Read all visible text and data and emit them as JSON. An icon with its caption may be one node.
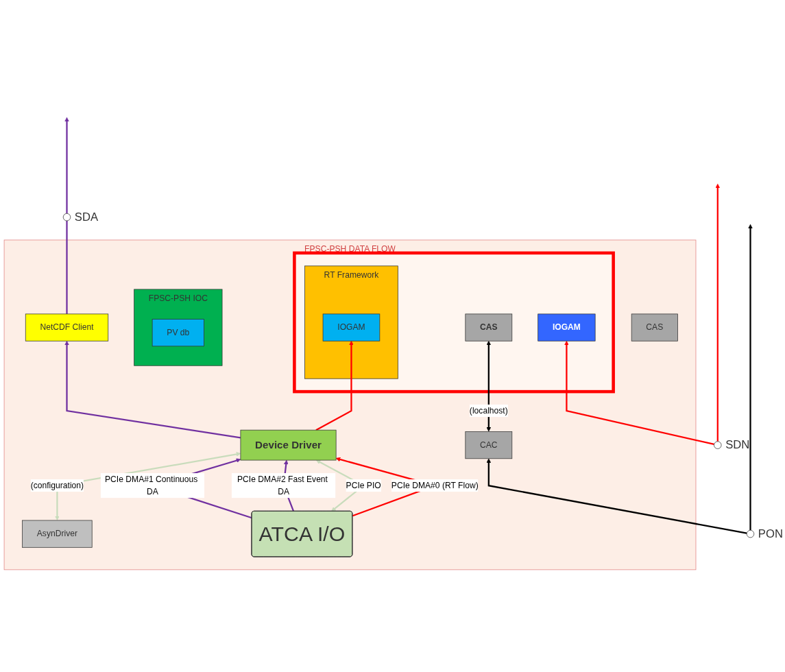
{
  "diagram": {
    "nodes": [
      {
        "text": [
          "FPSC-PSH DATA FLOW"
        ]
      },
      {
        "text": [],
        "shape": "circle",
        "beside": [
          "SDA"
        ]
      },
      {
        "text": [],
        "shape": "circle",
        "beside": [
          "PON"
        ]
      },
      {
        "text": [],
        "shape": "circle",
        "beside": [
          "SDN"
        ]
      },
      {
        "text": [
          "NetCDF Client"
        ],
        "in": 0
      },
      {
        "text": [
          "CAS"
        ],
        "in": 0
      },
      {
        "text": [
          "CAC"
        ],
        "in": 0
      },
      {
        "text": [
          "FPSC-PSH IOC"
        ],
        "in": 0
      },
      {
        "text": [
          "PV db"
        ],
        "in": 7
      },
      {
        "text": [
          "AsynDriver"
        ],
        "in": 0
      },
      {
        "text": [],
        "shape": "box",
        "in": 0
      },
      {
        "text": [
          "CAS"
        ],
        "in": 10
      },
      {
        "text": [
          "IOGAM"
        ],
        "in": 10
      },
      {
        "text": [
          "RT Framework"
        ],
        "in": 10
      },
      {
        "text": [
          "IOGAM"
        ],
        "in": 13
      },
      {
        "text": [
          "Device Driver"
        ],
        "in": 0
      },
      {
        "text": [
          "ATCA I/O"
        ],
        "in": 0
      }
    ],
    "edges": [
      {
        "from": 4,
        "to": 1,
        "arrow": "none"
      },
      {
        "from": 1,
        "to": null,
        "arrow": "to"
      },
      {
        "from": 2,
        "to": null,
        "arrow": "to",
        "color": "#000000"
      },
      {
        "from": 2,
        "to": 6,
        "arrow": "to",
        "color": "#000000"
      },
      {
        "from": 3,
        "to": null,
        "arrow": "to",
        "color": "#ff0000"
      },
      {
        "from": 3,
        "to": 12,
        "arrow": "to",
        "color": "#ff0000"
      },
      {
        "from": 6,
        "to": 11,
        "label": "(localhost)",
        "arrow": "both",
        "color": "#000000"
      },
      {
        "from": 9,
        "to": 15,
        "label": "(configuration)",
        "arrow": "both",
        "color": "#c9dcbc"
      },
      {
        "from": 15,
        "to": 4,
        "arrow": "to"
      },
      {
        "from": 15,
        "to": 14,
        "arrow": "to",
        "color": "#ff0000"
      },
      {
        "from": 16,
        "to": 15,
        "label": "PCIe DMA#1 Continuous DA",
        "arrow": "to"
      },
      {
        "from": 16,
        "to": 15,
        "label": "PCIe DMA#2 Fast Event DA",
        "arrow": "to"
      },
      {
        "from": 16,
        "to": 15,
        "label": "PCIe PIO",
        "arrow": "both",
        "color": "#c9dcbc"
      },
      {
        "from": 16,
        "to": 15,
        "label": "PCIe DMA#0 (RT Flow)",
        "arrow": "to",
        "color": "#ff0000"
      }
    ]
  }
}
